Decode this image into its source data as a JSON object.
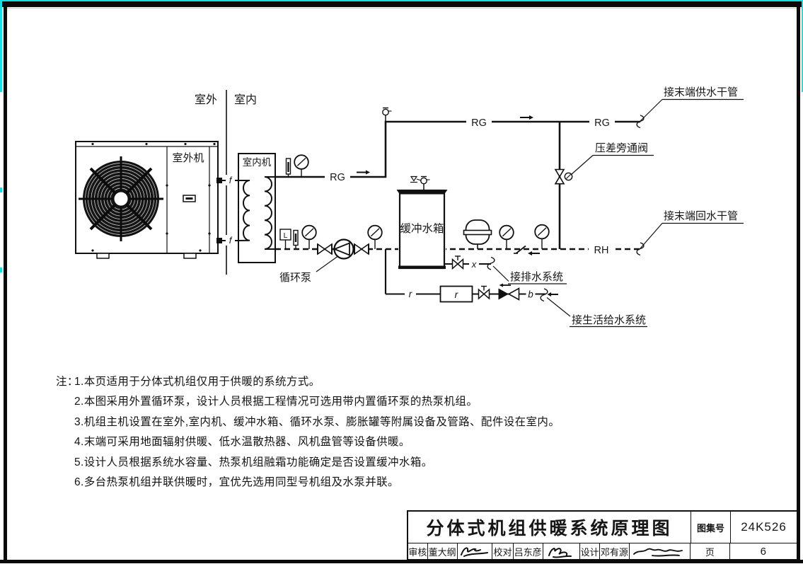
{
  "page": {
    "paper_color": "#ffffff",
    "ink_color": "#1b1b1b",
    "scan_accent_color": "#19e0e0"
  },
  "diagram": {
    "zones": {
      "outdoor": "室外",
      "indoor": "室内"
    },
    "outdoor_unit_label": "室外机",
    "indoor_unit_label": "室内机",
    "buffer_tank_label": "缓冲水箱",
    "pump_label": "循环泵",
    "bypass_valve_label": "压差旁通阀",
    "refrigerant_tag": "f",
    "supply_tag": "RG",
    "return_tag": "RH",
    "makeup_tag": "r",
    "makeup_device_tag": "r",
    "drain_tag": "x",
    "domestic_tag": "b",
    "level_tag": "L",
    "to_supply_main": "接末端供水干管",
    "to_return_main": "接末端回水干管",
    "to_drain": "接排水系统",
    "to_domestic": "接生活给水系统"
  },
  "notes": {
    "prefix": "注：",
    "items": [
      "1.本页适用于分体式机组仅用于供暖的系统方式。",
      "2.本图采用外置循环泵，设计人员根据工程情况可选用带内置循环泵的热泵机组。",
      "3.机组主机设置在室外,室内机、缓冲水箱、循环水泵、膨胀罐等附属设备及管路、配件设在室内。",
      "4.末端可采用地面辐射供暖、低水温散热器、风机盘管等设备供暖。",
      "5.设计人员根据系统水容量、热泵机组融霜功能确定是否设置缓冲水箱。",
      "6.多台热泵机组并联供暖时，宜优先选用同型号机组及水泵并联。"
    ]
  },
  "title_block": {
    "title": "分体式机组供暖系统原理图",
    "atlas_label": "图集号",
    "atlas_number": "24K526",
    "page_label": "页",
    "page_number": "6",
    "reviewer_label": "审核",
    "reviewer_name": "董大纲",
    "checker_label": "校对",
    "checker_name": "吕东彦",
    "designer_label": "设计",
    "designer_name": "邓有源"
  }
}
